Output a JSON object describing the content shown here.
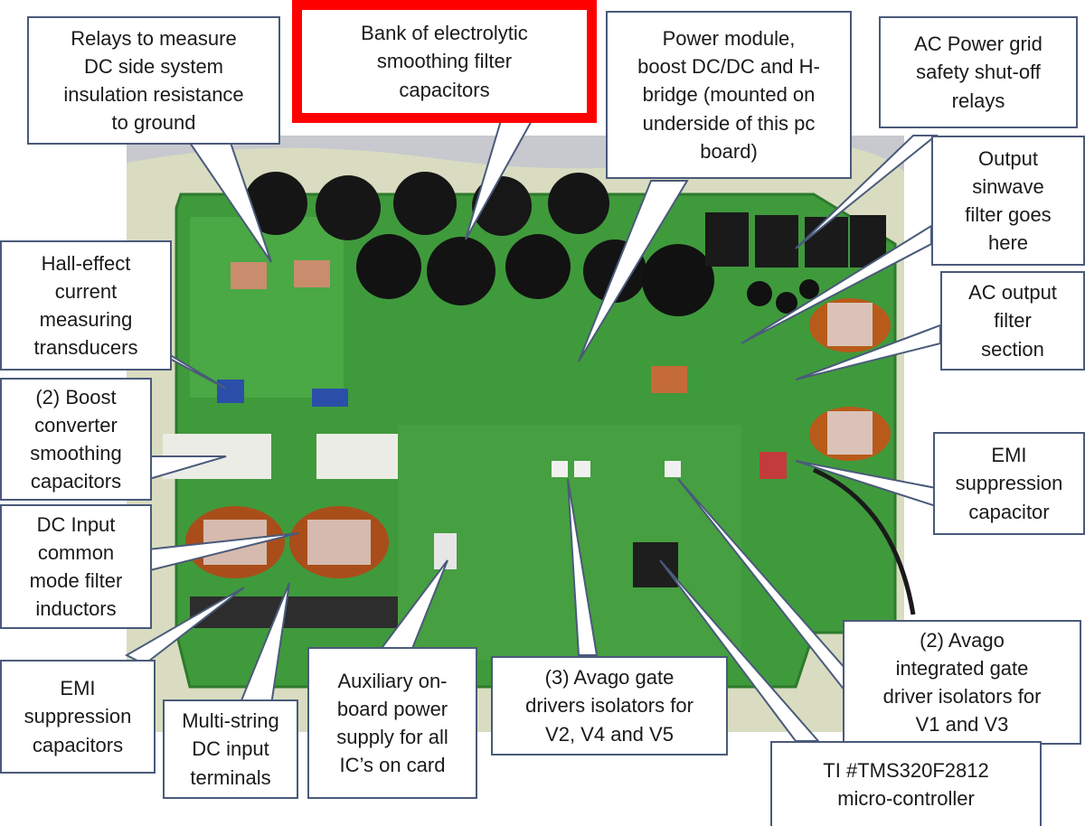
{
  "labels": {
    "relays_insulation": "Relays to measure\nDC side system\ninsulation resistance\nto ground",
    "electrolytic_bank": "Bank of electrolytic\nsmoothing filter\ncapacitors",
    "power_module": "Power module,\nboost DC/DC and H-\nbridge (mounted on\nunderside of this pc\nboard)",
    "ac_grid_relays": "AC Power grid\nsafety shut-off\nrelays",
    "sinwave_filter": "Output\nsinwave\nfilter goes\nhere",
    "hall_effect": "Hall-effect\ncurrent\nmeasuring\ntransducers",
    "ac_output_filter": "AC output\nfilter\nsection",
    "boost_caps": "(2) Boost\nconverter\nsmoothing\ncapacitors",
    "emi_cap_right": "EMI\nsuppression\ncapacitor",
    "dc_inductors": "DC Input\ncommon\nmode filter\ninductors",
    "emi_caps_left": "EMI\nsuppression\ncapacitors",
    "dc_terminals": "Multi-string\nDC input\nterminals",
    "aux_supply": "Auxiliary on-\nboard power\nsupply for all\nIC’s on card",
    "avago_3": "(3) Avago gate\ndrivers isolators for\nV2, V4 and V5",
    "avago_2": "(2) Avago\nintegrated gate\ndriver isolators for\nV1 and V3",
    "ti_mcu": "TI #TMS320F2812\nmicro-controller"
  },
  "colors": {
    "highlight": "#ff0000",
    "callout_border": "#4a5a7a",
    "pcb": "#3f9a3c",
    "backdrop": "#d9dcc0"
  }
}
